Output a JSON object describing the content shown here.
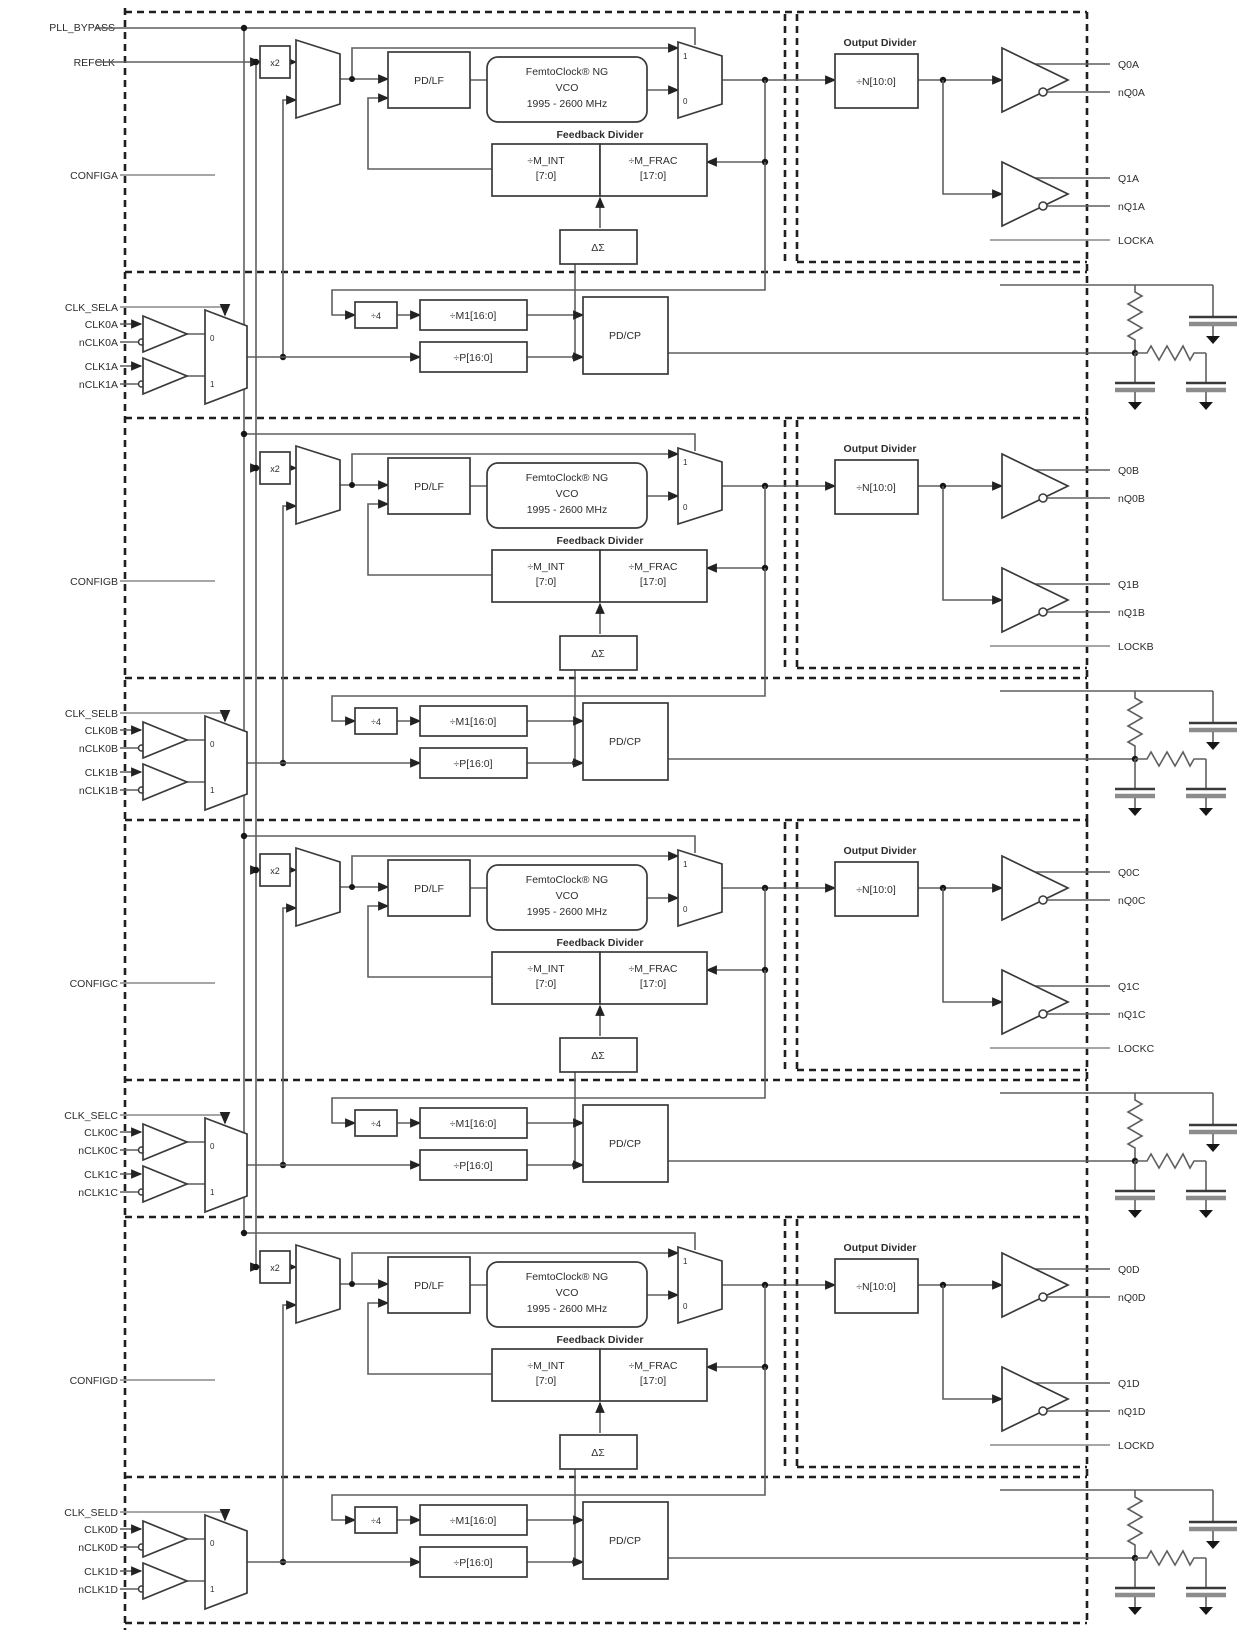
{
  "colors": {
    "background": "#ffffff",
    "wire": "#5f5f5f",
    "wire_light": "#9a9a9a",
    "box_border": "#3a3a3a",
    "dashed_border": "#1f1f1f",
    "text": "#2d2d2d"
  },
  "global": {
    "pll_bypass": "PLL_BYPASS",
    "refclk": "REFCLK"
  },
  "blocks": {
    "x2": "x2",
    "pd_lf": "PD/LF",
    "vco1": "FemtoClock® NG",
    "vco2": "VCO",
    "vco3": "1995 - 2600 MHz",
    "feedback_divider": "Feedback Divider",
    "m_int1": "÷M_INT",
    "m_int2": "[7:0]",
    "m_frac1": "÷M_FRAC",
    "m_frac2": "[17:0]",
    "dsm": "ΔΣ",
    "output_divider": "Output Divider",
    "n_div": "÷N[10:0]",
    "div4": "÷4",
    "m1_div": "÷M1[16:0]",
    "p_div": "÷P[16:0]",
    "pd_cp": "PD/CP",
    "sel0": "0",
    "sel1": "1",
    "osel1": "1",
    "osel0": "0"
  },
  "channels": [
    {
      "config": "CONFIGA",
      "clk_sel": "CLK_SELA",
      "clk0": "CLK0A",
      "nclk0": "nCLK0A",
      "clk1": "CLK1A",
      "nclk1": "nCLK1A",
      "q0": "Q0A",
      "nq0": "nQ0A",
      "q1": "Q1A",
      "nq1": "nQ1A",
      "lock": "LOCKA"
    },
    {
      "config": "CONFIGB",
      "clk_sel": "CLK_SELB",
      "clk0": "CLK0B",
      "nclk0": "nCLK0B",
      "clk1": "CLK1B",
      "nclk1": "nCLK1B",
      "q0": "Q0B",
      "nq0": "nQ0B",
      "q1": "Q1B",
      "nq1": "nQ1B",
      "lock": "LOCKB"
    },
    {
      "config": "CONFIGC",
      "clk_sel": "CLK_SELC",
      "clk0": "CLK0C",
      "nclk0": "nCLK0C",
      "clk1": "CLK1C",
      "nclk1": "nCLK1C",
      "q0": "Q0C",
      "nq0": "nQ0C",
      "q1": "Q1C",
      "nq1": "nQ1C",
      "lock": "LOCKC"
    },
    {
      "config": "CONFIGD",
      "clk_sel": "CLK_SELD",
      "clk0": "CLK0D",
      "nclk0": "nCLK0D",
      "clk1": "CLK1D",
      "nclk1": "nCLK1D",
      "q0": "Q0D",
      "nq0": "nQ0D",
      "q1": "Q1D",
      "nq1": "nQ1D",
      "lock": "LOCKD"
    }
  ]
}
